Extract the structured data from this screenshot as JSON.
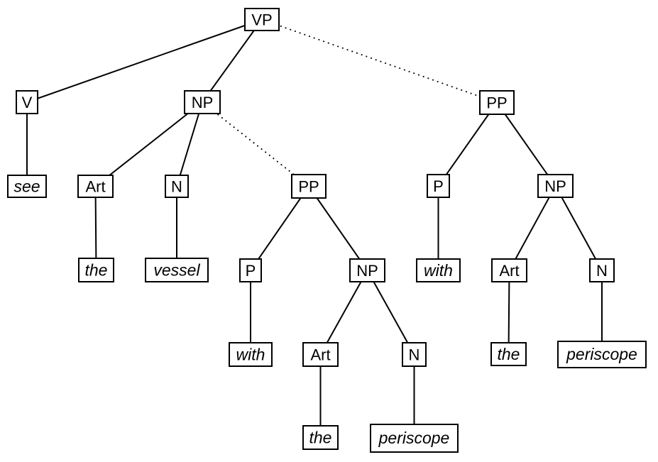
{
  "diagram": {
    "type": "syntax-parse-tree",
    "colors": {
      "line": "#000000",
      "box_fill": "#ffffff",
      "box_border": "#000000",
      "background": "#ffffff"
    },
    "nodes": {
      "vp": {
        "label": "VP",
        "terminal": false
      },
      "v": {
        "label": "V",
        "terminal": false
      },
      "np1": {
        "label": "NP",
        "terminal": false
      },
      "pp2": {
        "label": "PP",
        "terminal": false
      },
      "see": {
        "label": "see",
        "terminal": true
      },
      "art1": {
        "label": "Art",
        "terminal": false
      },
      "n1": {
        "label": "N",
        "terminal": false
      },
      "pp1": {
        "label": "PP",
        "terminal": false
      },
      "p2": {
        "label": "P",
        "terminal": false
      },
      "np3": {
        "label": "NP",
        "terminal": false
      },
      "the1": {
        "label": "the",
        "terminal": true
      },
      "vessel": {
        "label": "vessel",
        "terminal": true
      },
      "p1": {
        "label": "P",
        "terminal": false
      },
      "np2": {
        "label": "NP",
        "terminal": false
      },
      "with2": {
        "label": "with",
        "terminal": true
      },
      "art3": {
        "label": "Art",
        "terminal": false
      },
      "n3": {
        "label": "N",
        "terminal": false
      },
      "with1": {
        "label": "with",
        "terminal": true
      },
      "art2": {
        "label": "Art",
        "terminal": false
      },
      "n2": {
        "label": "N",
        "terminal": false
      },
      "the3": {
        "label": "the",
        "terminal": true
      },
      "periscope3": {
        "label": "periscope",
        "terminal": true
      },
      "the2": {
        "label": "the",
        "terminal": true
      },
      "periscope2": {
        "label": "periscope",
        "terminal": true
      }
    },
    "edges": [
      {
        "from": "vp",
        "to": "v",
        "style": "solid"
      },
      {
        "from": "vp",
        "to": "np1",
        "style": "solid"
      },
      {
        "from": "vp",
        "to": "pp2",
        "style": "dotted"
      },
      {
        "from": "v",
        "to": "see",
        "style": "solid"
      },
      {
        "from": "np1",
        "to": "art1",
        "style": "solid"
      },
      {
        "from": "np1",
        "to": "n1",
        "style": "solid"
      },
      {
        "from": "np1",
        "to": "pp1",
        "style": "dotted"
      },
      {
        "from": "art1",
        "to": "the1",
        "style": "solid"
      },
      {
        "from": "n1",
        "to": "vessel",
        "style": "solid"
      },
      {
        "from": "pp1",
        "to": "p1",
        "style": "solid"
      },
      {
        "from": "pp1",
        "to": "np2",
        "style": "solid"
      },
      {
        "from": "p1",
        "to": "with1",
        "style": "solid"
      },
      {
        "from": "np2",
        "to": "art2",
        "style": "solid"
      },
      {
        "from": "np2",
        "to": "n2",
        "style": "solid"
      },
      {
        "from": "art2",
        "to": "the2",
        "style": "solid"
      },
      {
        "from": "n2",
        "to": "periscope2",
        "style": "solid"
      },
      {
        "from": "pp2",
        "to": "p2",
        "style": "solid"
      },
      {
        "from": "pp2",
        "to": "np3",
        "style": "solid"
      },
      {
        "from": "p2",
        "to": "with2",
        "style": "solid"
      },
      {
        "from": "np3",
        "to": "art3",
        "style": "solid"
      },
      {
        "from": "np3",
        "to": "n3",
        "style": "solid"
      },
      {
        "from": "art3",
        "to": "the3",
        "style": "solid"
      },
      {
        "from": "n3",
        "to": "periscope3",
        "style": "solid"
      }
    ]
  }
}
